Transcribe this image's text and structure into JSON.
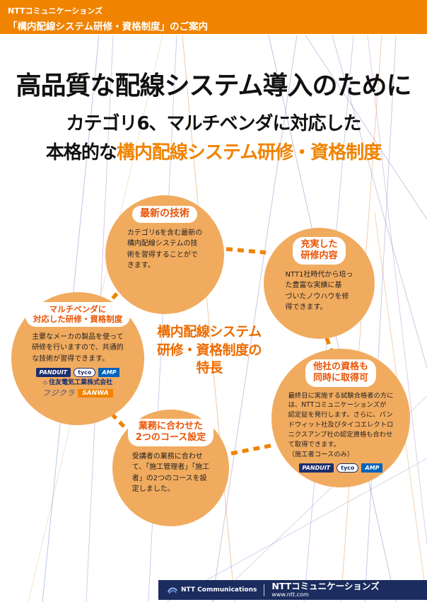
{
  "colors": {
    "header_orange": "#F08300",
    "circle_orange": "#F1AB5F",
    "pill_text_orange": "#E95506",
    "center_label_orange": "#ED6C00",
    "footer_navy": "#1B2C5E"
  },
  "header": {
    "line1": "NTTコミュニケーションズ",
    "line2": "「構内配線システム研修・資格制度」のご案内"
  },
  "headline": {
    "main": "高品質な配線システム導入のために",
    "sub1": "カテゴリ6、マルチベンダに対応した",
    "sub2_black": "本格的な",
    "sub2_orange": "構内配線システム研修・資格制度"
  },
  "center_label": "構内配線システム\n研修・資格制度の\n特長",
  "features": {
    "latest_tech": {
      "title": "最新の技術",
      "body": "カテゴリ6を含む最新の\n構内配線システムの技\n術を習得することがで\nきます。"
    },
    "rich_content": {
      "title": "充実した\n研修内容",
      "body": "NTT1社時代から培っ\nた豊富な実績に基\nづいたノウハウを修\n得できます。"
    },
    "multivendor": {
      "title": "マルチベンダに\n対応した研修・資格制度",
      "body": "主要なメーカの製品を使って\n研修を行いますので、共通的\nな技術が習得できます。",
      "logos": {
        "panduit": "PANDUIT",
        "tyco": "tyco",
        "amp": "AMP",
        "sumitomo": "住友電気工業株式会社",
        "fujikura": "フジクラ",
        "sanwa": "SANWA"
      }
    },
    "other_certs": {
      "title": "他社の資格も\n同時に取得可",
      "body": "最終日に実施する試験合格者の方に\nは、NTTコミュニケーションズが\n認定証を発行します。さらに、パン\nドウィット社及びタイコエレクトロ\nニクスアンプ社の認定資格も合わせ\nて取得できます。\n（施工者コースのみ）",
      "logos": {
        "panduit": "PANDUIT",
        "tyco": "tyco",
        "amp": "AMP"
      }
    },
    "two_courses": {
      "title": "業務に合わせた\n2つのコース設定",
      "body": "受講者の業務に合わせ\nて、「施工管理者」「施工\n者」の2つのコースを設\n定しました。"
    }
  },
  "icons": {
    "sumitomo_mark": "◇"
  },
  "footer": {
    "logo_text": "NTT Communications",
    "brand": "NTTコミュニケーションズ",
    "url": "www.ntt.com"
  }
}
